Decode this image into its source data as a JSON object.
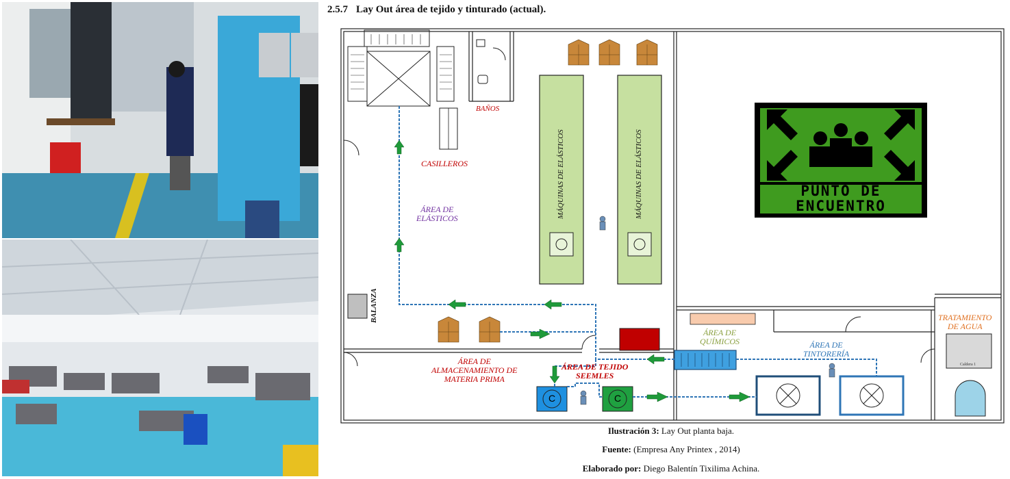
{
  "heading": {
    "number": "2.5.7",
    "title": "Lay Out área de tejido y tinturado (actual)."
  },
  "plan_labels": {
    "banos": "BAÑOS",
    "casilleros": "CASILLEROS",
    "area_elasticos_1": "ÁREA DE",
    "area_elasticos_2": "ELÁSTICOS",
    "maquinas_1": "MÁQUINAS DE ELÁSTICOS",
    "maquinas_2": "MÁQUINAS DE ELÁSTICOS",
    "balanza": "BALANZA",
    "almacen_1": "ÁREA DE",
    "almacen_2": "ALMACENAMIENTO DE",
    "almacen_3": "MATERIA PRIMA",
    "tejido_1": "ÁREA DE TEJIDO",
    "tejido_2": "SEEMLES",
    "quimicos_1": "ÁREA DE",
    "quimicos_2": "QUÍMICOS",
    "tintoreria_1": "ÁREA DE",
    "tintoreria_2": "TINTORERÍA",
    "tratamiento_1": "TRATAMIENTO",
    "tratamiento_2": "DE AGUA",
    "caldera": "Caldera 1",
    "c_label": "C",
    "punto_1": "PUNTO DE",
    "punto_2": "ENCUENTRO"
  },
  "captions": {
    "illustration_bold": "Ilustración 3:",
    "illustration_text": "Lay Out planta baja.",
    "source_bold": "Fuente:",
    "source_text": "(Empresa Any Printex , 2014)",
    "author_bold": "Elaborado por:",
    "author_text": "Diego Balentín Tixilima Achina."
  },
  "colors": {
    "flow_line": "#2e75b6",
    "arrow": "#1f9a3a",
    "machine_fill": "#c6e0a0",
    "sign_green": "#3f9b1f",
    "boiler_blue": "#9dd3e8"
  }
}
